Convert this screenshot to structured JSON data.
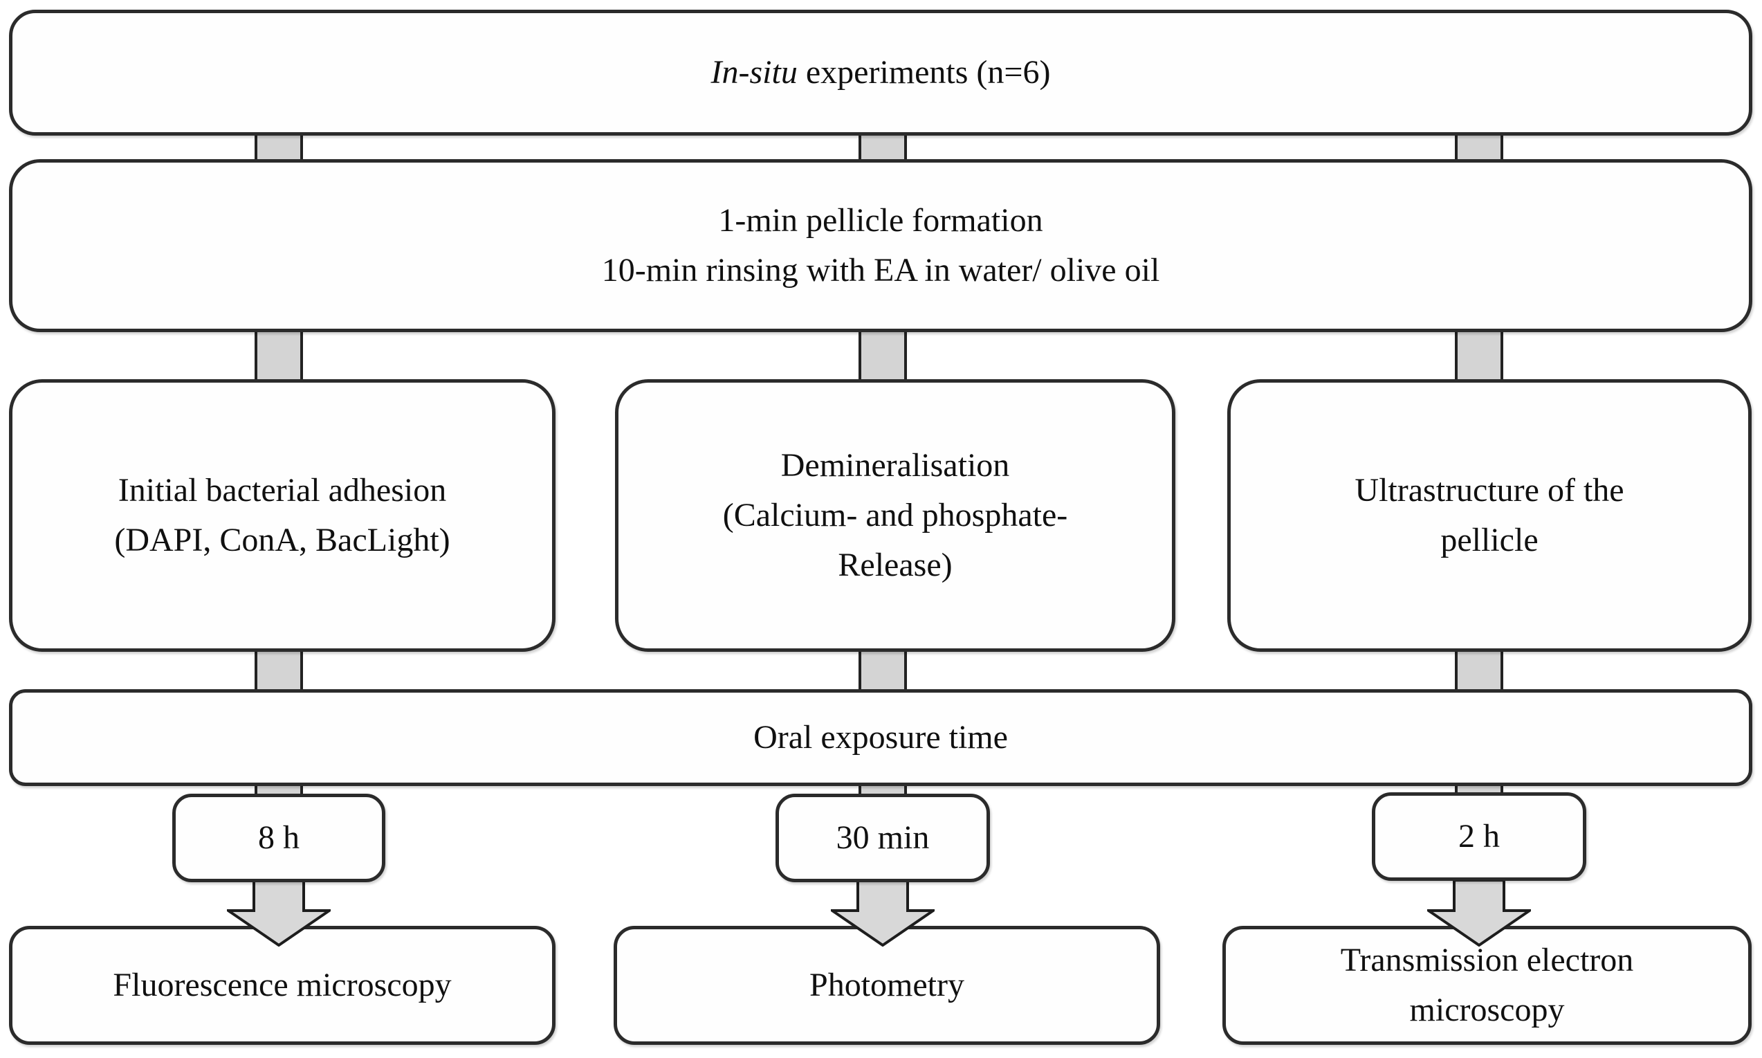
{
  "diagram": {
    "row1": {
      "title_italic": "In-situ",
      "title_rest": " experiments (n=6)"
    },
    "row2": {
      "lines": [
        "1-min pellicle formation",
        "10-min rinsing with EA in water/ olive oil"
      ]
    },
    "row3": {
      "adhesion": {
        "lines": [
          "Initial bacterial adhesion",
          "(DAPI, ConA, BacLight)"
        ]
      },
      "demineralisation": {
        "lines": [
          "Demineralisation",
          "(Calcium- and phosphate-",
          "Release)"
        ]
      },
      "ultrastructure": {
        "lines": [
          "Ultrastructure of the",
          "pellicle"
        ]
      }
    },
    "row4": {
      "label": "Oral exposure time"
    },
    "times": {
      "left": "8 h",
      "middle": "30 min",
      "right": "2 h"
    },
    "row5": {
      "fluorescence": "Fluorescence microscopy",
      "photometry": "Photometry",
      "tem": {
        "lines": [
          "Transmission electron",
          "microscopy"
        ]
      }
    }
  },
  "colors": {
    "background": "#ffffff",
    "box_fill": "#fefefe",
    "box_border": "#2b2b2b",
    "connector_fill": "#d4d4d4",
    "arrow_fill": "#d8d8d8",
    "text": "#101010"
  }
}
